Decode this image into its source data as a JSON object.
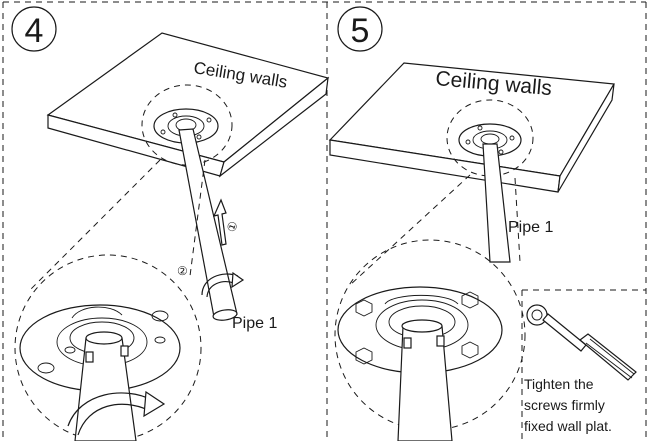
{
  "steps": [
    {
      "number": "4",
      "ceiling_label": "Ceiling walls",
      "pipe_label": "Pipe 1",
      "arrow_markers": [
        "①",
        "②"
      ]
    },
    {
      "number": "5",
      "ceiling_label": "Ceiling walls",
      "pipe_label": "Pipe 1",
      "instruction_lines": [
        "Tighten the",
        "screws firmly",
        "fixed wall plat."
      ]
    }
  ],
  "colors": {
    "line": "#1a1a1a",
    "background": "#ffffff"
  },
  "icons": [
    "rotate-arrow-icon",
    "up-arrow-icon",
    "wrench-icon"
  ]
}
